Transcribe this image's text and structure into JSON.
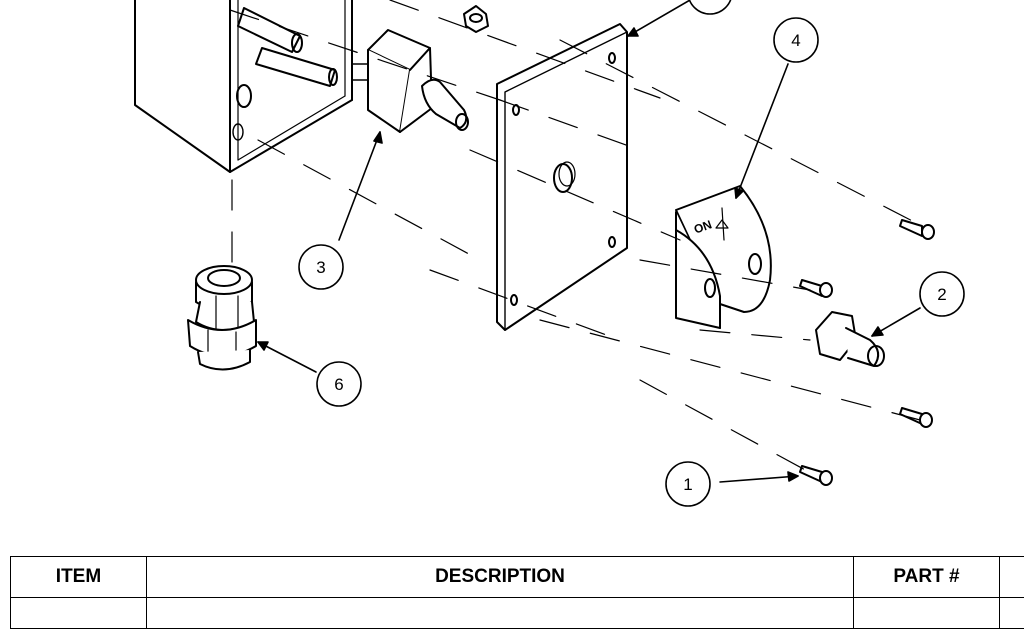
{
  "diagram": {
    "callouts": [
      {
        "id": "callout-1",
        "label": "1"
      },
      {
        "id": "callout-2",
        "label": "2"
      },
      {
        "id": "callout-3",
        "label": "3"
      },
      {
        "id": "callout-4",
        "label": "4"
      },
      {
        "id": "callout-6",
        "label": "6"
      }
    ],
    "switch_guard_marking": "ON"
  },
  "bom_table": {
    "headers": {
      "item": "ITEM",
      "description": "DESCRIPTION",
      "part_number": "PART #"
    }
  }
}
